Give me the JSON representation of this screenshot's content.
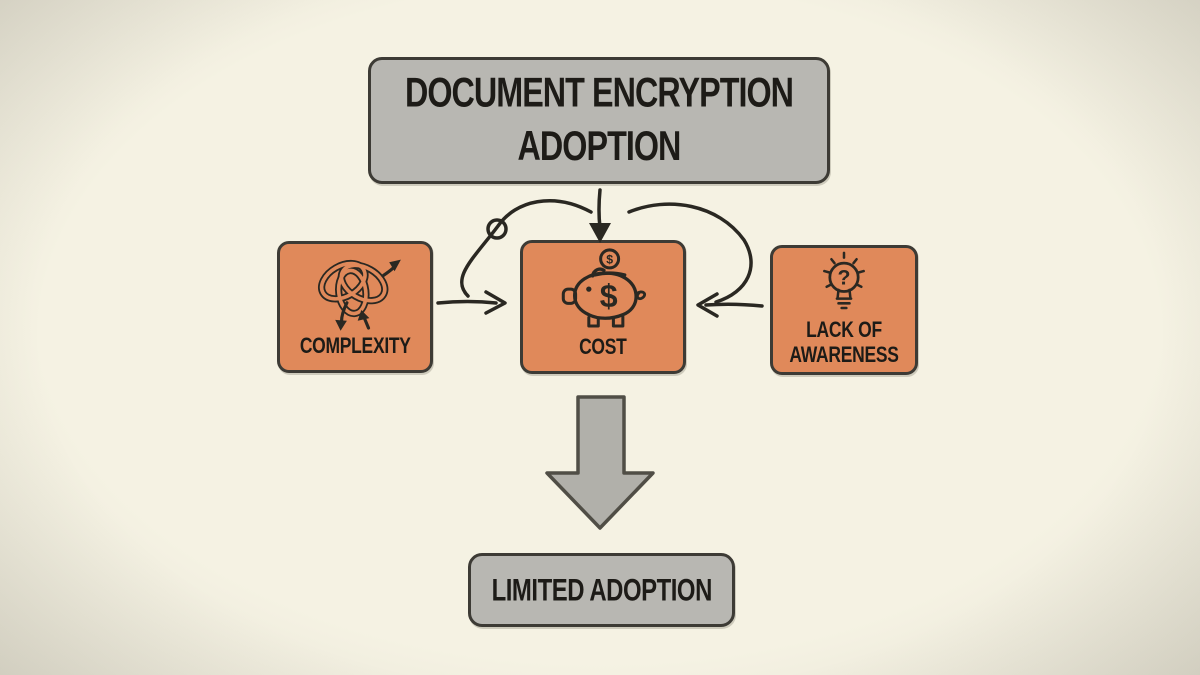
{
  "colors": {
    "bg-center": "#f5f2e3",
    "bg-edge": "#d6d3c5",
    "gray-fill": "#b8b7b2",
    "gray-arrow-fill": "#b1b0aa",
    "orange-fill": "#e0895a",
    "ink": "#2a2822",
    "box-border": "#3d3b35",
    "text": "#1d1b17"
  },
  "title_box": {
    "label": "DOCUMENT ENCRYPTION ADOPTION"
  },
  "factor_boxes": [
    {
      "label": "COMPLEXITY",
      "icon": "tangled-knot-icon"
    },
    {
      "label": "COST",
      "icon": "piggy-bank-icon"
    },
    {
      "label": "LACK OF AWARENESS",
      "icon": "lightbulb-question-icon"
    }
  ],
  "result_box": {
    "label": "LIMITED ADOPTION"
  },
  "edges": [
    {
      "from": "DOCUMENT ENCRYPTION ADOPTION",
      "to": "COST",
      "style": "straight-arrow-down"
    },
    {
      "from": "DOCUMENT ENCRYPTION ADOPTION",
      "to": "COST",
      "style": "curved-arrow-left-with-loop"
    },
    {
      "from": "DOCUMENT ENCRYPTION ADOPTION",
      "to": "COST",
      "style": "curved-arrow-right"
    },
    {
      "from": "COMPLEXITY",
      "to": "COST",
      "style": "straight-arrow-right"
    },
    {
      "from": "LACK OF AWARENESS",
      "to": "COST",
      "style": "straight-arrow-left"
    },
    {
      "from": "COST",
      "to": "LIMITED ADOPTION",
      "style": "big-block-arrow-down"
    }
  ]
}
